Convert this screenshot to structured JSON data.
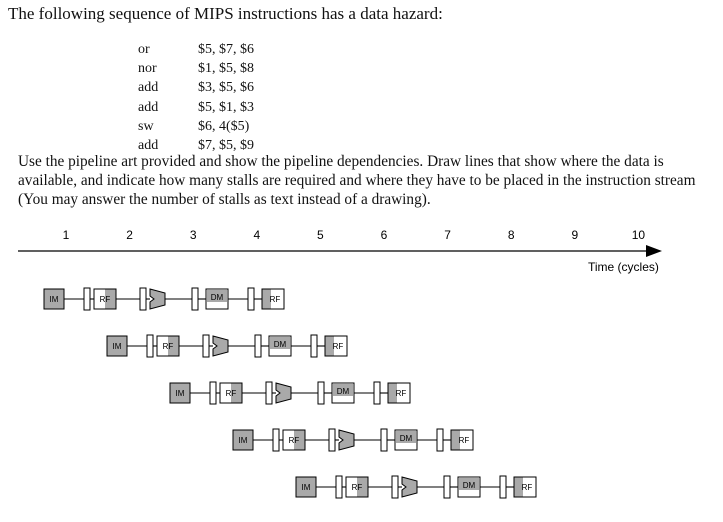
{
  "intro": "The following sequence of MIPS instructions has a data hazard:",
  "instructions": [
    {
      "op": "or",
      "args": "$5, $7, $6"
    },
    {
      "op": "nor",
      "args": "$1, $5, $8"
    },
    {
      "op": "add",
      "args": "$3, $5, $6"
    },
    {
      "op": "add",
      "args": "$5, $1, $3"
    },
    {
      "op": "sw",
      "args": "$6, 4($5)"
    },
    {
      "op": "add",
      "args": "$7, $5, $9"
    }
  ],
  "paragraph": "Use the pipeline art provided and show the pipeline dependencies. Draw lines that show where the data is available, and indicate how many stalls are required and where they have to be placed in the instruction stream (You may answer the number of stalls as text instead of a drawing).",
  "cycles": [
    "1",
    "2",
    "3",
    "4",
    "5",
    "6",
    "7",
    "8",
    "9",
    "10"
  ],
  "time_label": "Time (cycles)",
  "stage_labels": {
    "im": "IM",
    "rf": "RF",
    "dm": "DM"
  },
  "pipeline_rows": 5
}
